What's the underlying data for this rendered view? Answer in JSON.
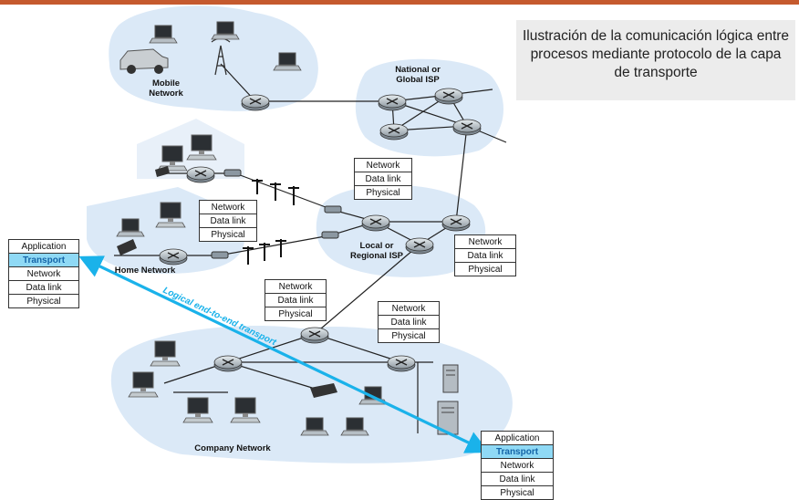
{
  "caption": "Ilustración de la comunicación lógica entre procesos mediante protocolo de la capa de transporte",
  "regions": {
    "mobile": "Mobile Network",
    "national": "National or Global ISP",
    "local": "Local or Regional ISP",
    "home": "Home Network",
    "company": "Company Network"
  },
  "logical_link_label": "Logical end-to-end transport",
  "router_stack": [
    "Network",
    "Data link",
    "Physical"
  ],
  "host_stack": [
    "Application",
    "Transport",
    "Network",
    "Data link",
    "Physical"
  ],
  "highlight_layer": "Transport",
  "colors": {
    "accent": "#1ab2ea",
    "top_bar": "#c55a2e",
    "cloud": "#dbe9f7",
    "highlight": "#8fd9f5"
  }
}
